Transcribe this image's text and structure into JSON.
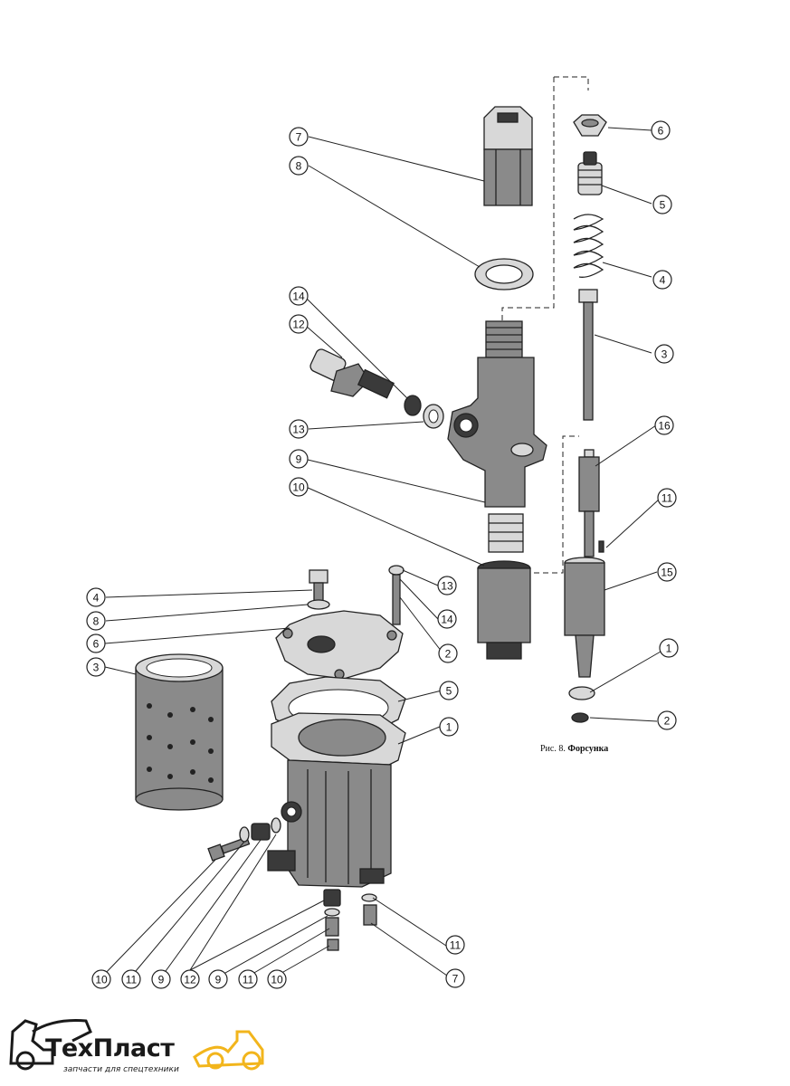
{
  "caption": {
    "prefix": "Рис. 8.",
    "title": "Форсунка"
  },
  "logo": {
    "text": "ТехПласт",
    "subtitle": "запчасти для спецтехники",
    "colors": {
      "outline": "#1a1a1a",
      "accent": "#f2b51c"
    }
  },
  "callouts": {
    "injector": [
      "6",
      "5",
      "4",
      "3",
      "7",
      "8",
      "14",
      "12",
      "13",
      "9",
      "10",
      "16",
      "11",
      "15",
      "1",
      "2"
    ],
    "filter": [
      "4",
      "8",
      "6",
      "3",
      "13",
      "14",
      "2",
      "5",
      "1",
      "11",
      "7",
      "10",
      "11",
      "9",
      "12",
      "9",
      "11",
      "10"
    ]
  }
}
